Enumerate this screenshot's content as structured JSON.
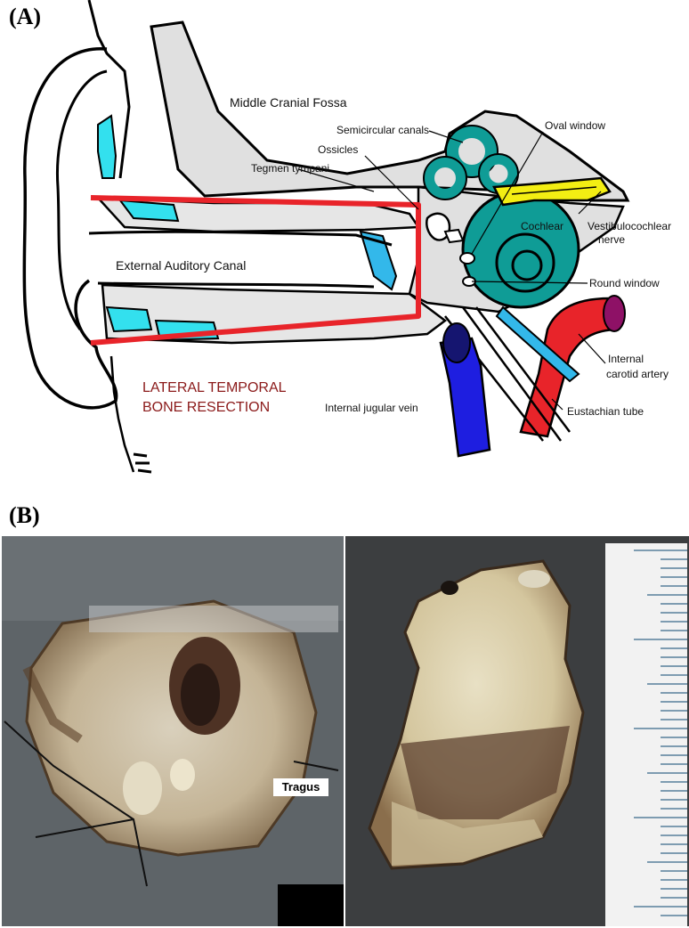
{
  "panels": {
    "a_label": "(A)",
    "b_label": "(B)"
  },
  "diagram": {
    "labels": {
      "middle_cranial_fossa": "Middle Cranial Fossa",
      "semicircular_canals": "Semicircular canals",
      "oval_window": "Oval window",
      "ossicles": "Ossicles",
      "tegmen_tympani": "Tegmen tympani",
      "cochlear": "Cochlear",
      "vestibulocochlear_1": "Vestibulocochlear",
      "vestibulocochlear_2": "nerve",
      "external_auditory_canal": "External Auditory Canal",
      "round_window": "Round window",
      "internal_carotid_1": "Internal",
      "internal_carotid_2": "carotid artery",
      "resection_1": "LATERAL TEMPORAL",
      "resection_2": "BONE RESECTION",
      "internal_jugular_vein": "Internal jugular vein",
      "eustachian_tube": "Eustachian tube"
    },
    "colors": {
      "resection_outline": "#e8242a",
      "cartilage": "#33e0ee",
      "cochlea": "#0f9c96",
      "nerve": "#f3ee13",
      "carotid": "#e8242a",
      "jugular": "#1e1ee0",
      "bone": "#e0e0e0",
      "resection_text": "#8b1a1a"
    }
  },
  "photos": {
    "tragus_label": "Tragus"
  }
}
